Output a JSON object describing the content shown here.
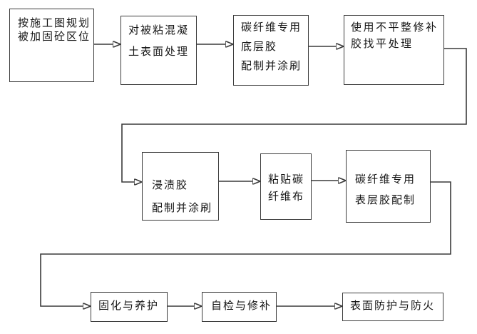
{
  "flowchart": {
    "description": "CFRP strengthening construction process flowchart",
    "colors": {
      "line": "#3a3a3a",
      "text": "#141414",
      "background": "#ffffff"
    },
    "steps": [
      {
        "id": "plan-region",
        "label": "按施工图规划\n被加固砼区位"
      },
      {
        "id": "surface-treatment",
        "label": "对被粘混凝\n土表面处理"
      },
      {
        "id": "primer-adhesive",
        "label": "碳纤维专用\n底层胶\n配制并涂刷"
      },
      {
        "id": "leveling-repair",
        "label": "使用不平整修补\n胶找平处理"
      },
      {
        "id": "impregnation-adhesive",
        "label": "浸渍胶\n配制并涂刷"
      },
      {
        "id": "paste-cfrp-cloth",
        "label": "粘贴碳\n纤维布"
      },
      {
        "id": "topcoat-adhesive",
        "label": "碳纤维专用\n表层胶配制"
      },
      {
        "id": "curing-maintenance",
        "label": "固化与养护"
      },
      {
        "id": "self-inspection-repair",
        "label": "自检与修补"
      },
      {
        "id": "surface-protection",
        "label": "表面防护与防火"
      }
    ]
  }
}
